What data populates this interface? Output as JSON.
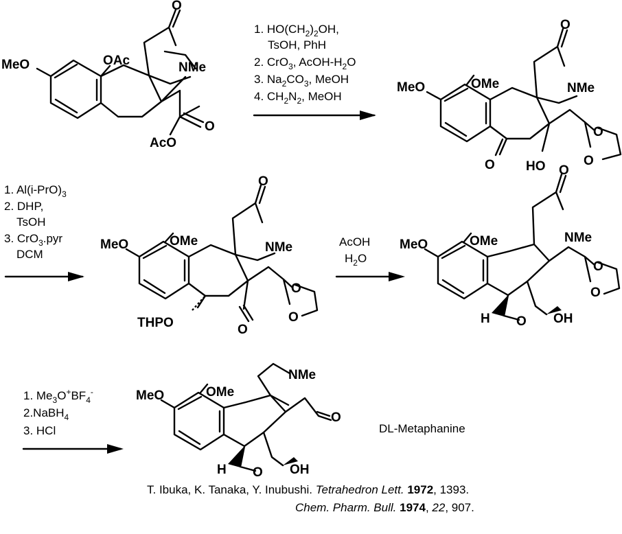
{
  "scheme": {
    "step1": {
      "conditions": [
        "1. HO(CH",
        "2",
        ")",
        "2",
        "OH,",
        "TsOH, PhH",
        "2. CrO",
        "3",
        ", AcOH-H",
        "2",
        "O",
        "3. Na",
        "2",
        "CO",
        "3",
        ", MeOH",
        "4. CH",
        "2",
        "N",
        "2",
        ", MeOH"
      ]
    },
    "step2": {
      "conditions": [
        "1. Al(i-PrO)",
        "3",
        "2. DHP,",
        "TsOH",
        "3. CrO",
        "3",
        ".pyr",
        "DCM"
      ]
    },
    "step3": {
      "conditions": [
        "AcOH",
        "H",
        "2",
        "O"
      ]
    },
    "step4": {
      "conditions": [
        "1. Me",
        "3",
        "O",
        "+",
        "BF",
        "4",
        "-",
        "2.NaBH",
        "4",
        "3. HCl"
      ]
    },
    "product_name": "DL-Metaphanine",
    "atom_labels": {
      "MeO": "MeO",
      "OAc": "OAc",
      "OMe": "OMe",
      "NMe": "NMe",
      "O": "O",
      "AcO": "AcO",
      "HO": "HO",
      "THPO": "THPO",
      "H": "H",
      "OH": "OH"
    }
  },
  "references": {
    "ref1": {
      "authors": "T. Ibuka, K. Tanaka, Y. Inubushi. ",
      "journal": "Tetrahedron Lett.",
      "year": "1972",
      "pages": ", 1393."
    },
    "ref2": {
      "journal": "Chem. Pharm. Bull.",
      "year": "1974",
      "sep": ",  ",
      "volume": "22",
      "pages": ", 907."
    }
  }
}
